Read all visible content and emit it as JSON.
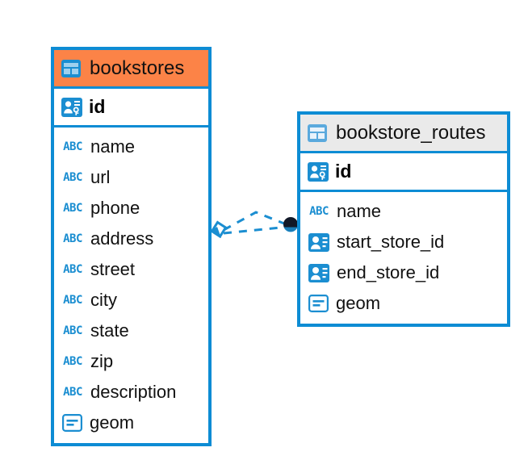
{
  "diagram": {
    "type": "entity-relationship-diagram",
    "background_color": "#ffffff",
    "accent_color": "#0d8cd4",
    "highlight_color": "#fc8347",
    "neutral_header_color": "#eaeaea"
  },
  "tables": [
    {
      "name": "bookstores",
      "header_icon": "table-icon",
      "header_highlighted": true,
      "primary_key": {
        "label": "id",
        "icon": "primary-key-icon"
      },
      "columns": [
        {
          "label": "name",
          "icon": "text-type-icon"
        },
        {
          "label": "url",
          "icon": "text-type-icon"
        },
        {
          "label": "phone",
          "icon": "text-type-icon"
        },
        {
          "label": "address",
          "icon": "text-type-icon"
        },
        {
          "label": "street",
          "icon": "text-type-icon"
        },
        {
          "label": "city",
          "icon": "text-type-icon"
        },
        {
          "label": "state",
          "icon": "text-type-icon"
        },
        {
          "label": "zip",
          "icon": "text-type-icon"
        },
        {
          "label": "description",
          "icon": "text-type-icon"
        },
        {
          "label": "geom",
          "icon": "geometry-type-icon"
        }
      ]
    },
    {
      "name": "bookstore_routes",
      "header_icon": "table-icon",
      "header_highlighted": false,
      "primary_key": {
        "label": "id",
        "icon": "primary-key-icon"
      },
      "columns": [
        {
          "label": "name",
          "icon": "text-type-icon"
        },
        {
          "label": "start_store_id",
          "icon": "foreign-key-icon"
        },
        {
          "label": "end_store_id",
          "icon": "foreign-key-icon"
        },
        {
          "label": "geom",
          "icon": "geometry-type-icon"
        }
      ]
    }
  ],
  "relationship": {
    "from_table": "bookstores",
    "to_table": "bookstore_routes",
    "line_style": "dashed",
    "line_color": "#1b8ed1",
    "source_marker": "diamond-marker",
    "target_marker": "filled-circle-marker",
    "target_marker_color": "#111827"
  }
}
